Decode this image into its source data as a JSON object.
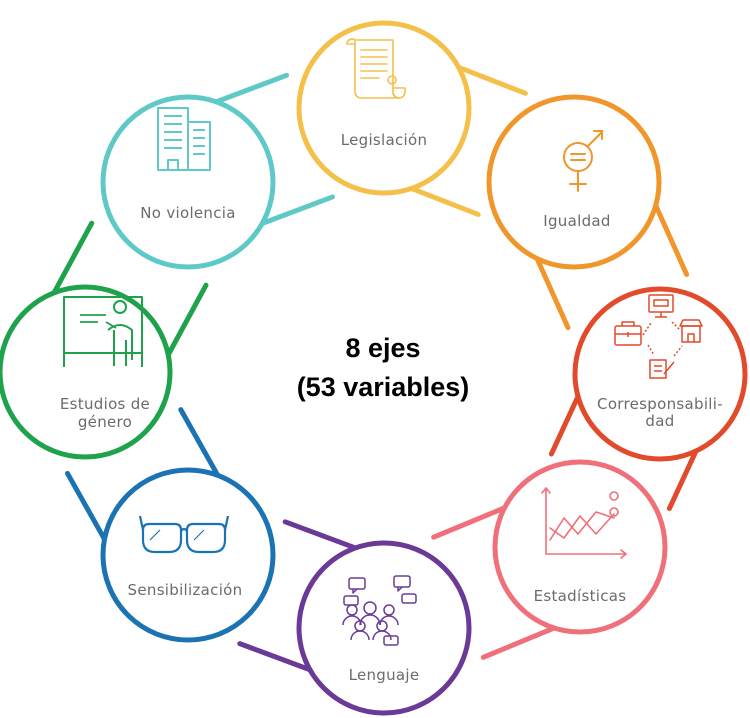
{
  "center": {
    "line1": "8 ejes",
    "line2": "(53 variables)"
  },
  "axes": [
    {
      "label": "Legislación",
      "color": "#f5c04a",
      "icon": "scroll-icon"
    },
    {
      "label": "Igualdad",
      "color": "#f0962a",
      "icon": "gender-equality-icon"
    },
    {
      "label": "Corresponsabili-",
      "label2": "dad",
      "color": "#e24a2c",
      "icon": "shared-responsibility-icon"
    },
    {
      "label": "Estadísticas",
      "color": "#f0707a",
      "icon": "line-chart-icon"
    },
    {
      "label": "Lenguaje",
      "color": "#6a3a96",
      "icon": "people-speech-icon"
    },
    {
      "label": "Sensibilización",
      "color": "#1c73b3",
      "icon": "glasses-icon"
    },
    {
      "label": "Estudios de",
      "label2": "género",
      "color": "#1ea24c",
      "icon": "teacher-board-icon"
    },
    {
      "label": "No violencia",
      "color": "#5ec9c7",
      "icon": "buildings-icon"
    }
  ]
}
